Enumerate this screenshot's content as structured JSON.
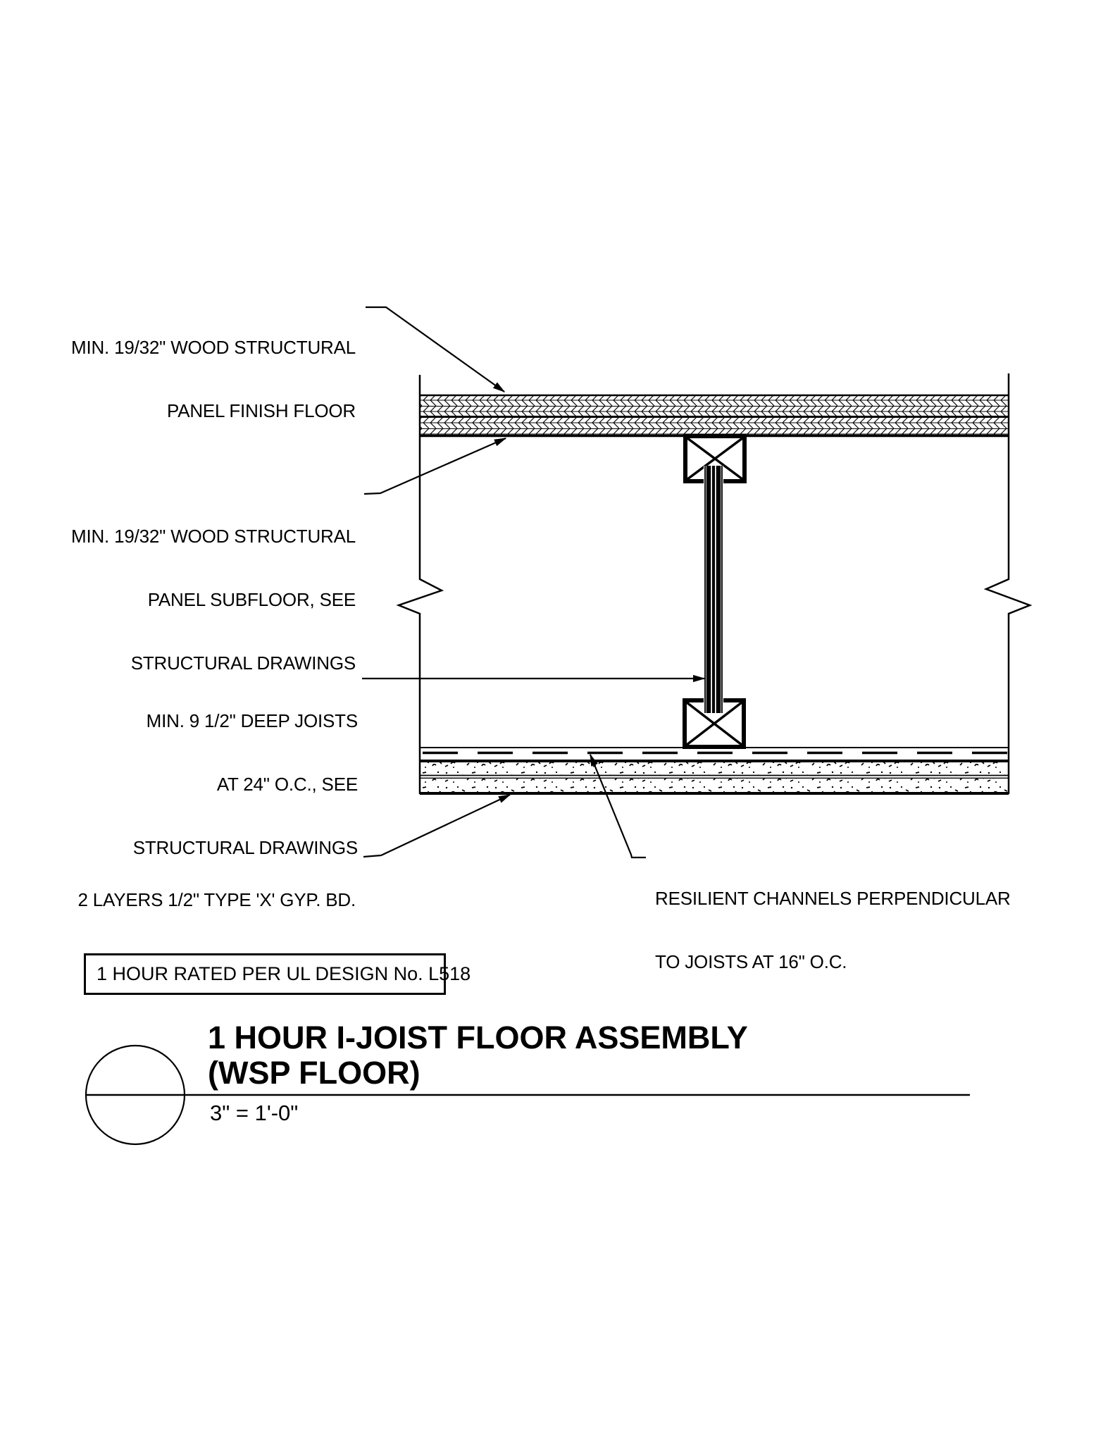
{
  "drawing": {
    "labels": {
      "finish_floor": [
        "MIN. 19/32\" WOOD STRUCTURAL",
        "PANEL FINISH FLOOR"
      ],
      "subfloor": [
        "MIN. 19/32\" WOOD STRUCTURAL",
        "PANEL SUBFLOOR, SEE",
        "STRUCTURAL DRAWINGS"
      ],
      "joists": [
        "MIN. 9 1/2\" DEEP JOISTS",
        "AT 24\" O.C., SEE",
        "STRUCTURAL DRAWINGS"
      ],
      "gypsum": [
        "2 LAYERS 1/2\" TYPE 'X' GYP. BD."
      ],
      "resilient_channels": [
        "RESILIENT CHANNELS PERPENDICULAR",
        "TO JOISTS AT 16\" O.C."
      ]
    },
    "note": {
      "rating": "1 HOUR RATED PER UL DESIGN No. L518"
    },
    "title_block": {
      "title_line1": "1 HOUR I-JOIST FLOOR ASSEMBLY",
      "title_line2": "(WSP FLOOR)",
      "scale": "3\" = 1'-0\""
    },
    "colors": {
      "ink": "#000000",
      "paper": "#ffffff"
    }
  }
}
